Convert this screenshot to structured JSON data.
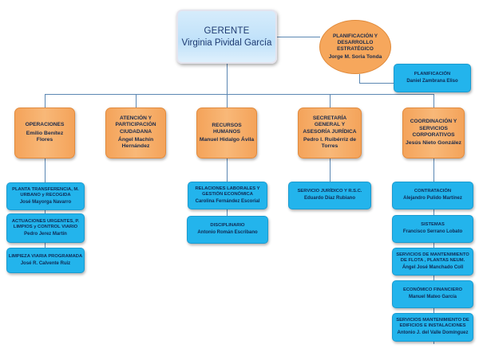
{
  "gerente": {
    "role": "GERENTE",
    "name": "Virginia Pividal García"
  },
  "planning": {
    "ellipse": {
      "title": "PLANIFICACIÓN Y DESARROLLO ESTRATÉGICO",
      "name": "Jorge M. Soria Tonda"
    },
    "sub": {
      "title": "PLANIFICACIÓN",
      "name": "Daniel Zambrana Eliso"
    }
  },
  "departments": [
    {
      "title": "OPERACIONES",
      "name": "Emilio Benítez Flores",
      "units": [
        {
          "title": "PLANTA TRANSFERENCIA, M. URBANO y RECOGIDA",
          "name": "José Mayorga Navarro"
        },
        {
          "title": "ACTUACIONES URGENTES, P. LIMPIOS y CONTROL VIARIO",
          "name": "Pedro Jerez Martín"
        },
        {
          "title": "LIMPIEZA VIARIA PROGRAMADA",
          "name": "José R. Calvente Ruiz"
        }
      ]
    },
    {
      "title": "ATENCIÓN Y PARTICIPACIÓN CIUDADANA",
      "name": "Ángel Machín Hernández",
      "units": []
    },
    {
      "title": "RECURSOS HUMANOS",
      "name": "Manuel Hidalgo Ávila",
      "units": [
        {
          "title": "RELACIONES LABORALES Y GESTIÓN ECONÓMICA",
          "name": "Carolina Fernández Escorial"
        },
        {
          "title": "DISCIPLINARIO",
          "name": "Antonio Román Escribano"
        }
      ]
    },
    {
      "title": "SECRETARÍA GENERAL Y ASESORÍA JURÍDICA",
      "name": "Pedro I. Ruibérriz de Torres",
      "units": [
        {
          "title": "SERVICIO JURÍDICO Y R.S.C.",
          "name": "Eduardo Díaz Rubiano"
        }
      ]
    },
    {
      "title": "COORDINACIÓN Y SERVICIOS CORPORATIVOS",
      "name": "Jesús Nieto González",
      "units": [
        {
          "title": "CONTRATACIÓN",
          "name": "Alejandro Pulido Martínez"
        },
        {
          "title": "SISTEMAS",
          "name": "Francisco Serrano Lobato"
        },
        {
          "title": "SERVICIOS DE MANTENIMIENTO DE FLOTA , PLANTAS NEUM.",
          "name": "Ángel José Manchado Coll"
        },
        {
          "title": "ECONÓMICO FINANCIERO",
          "name": "Manuel Mateo García"
        },
        {
          "title": "SERVICIOS MANTENIMIENTO DE EDIFICIOS E INSTALACIONES",
          "name": "Antonio J. del Valle Domínguez"
        }
      ]
    }
  ]
}
